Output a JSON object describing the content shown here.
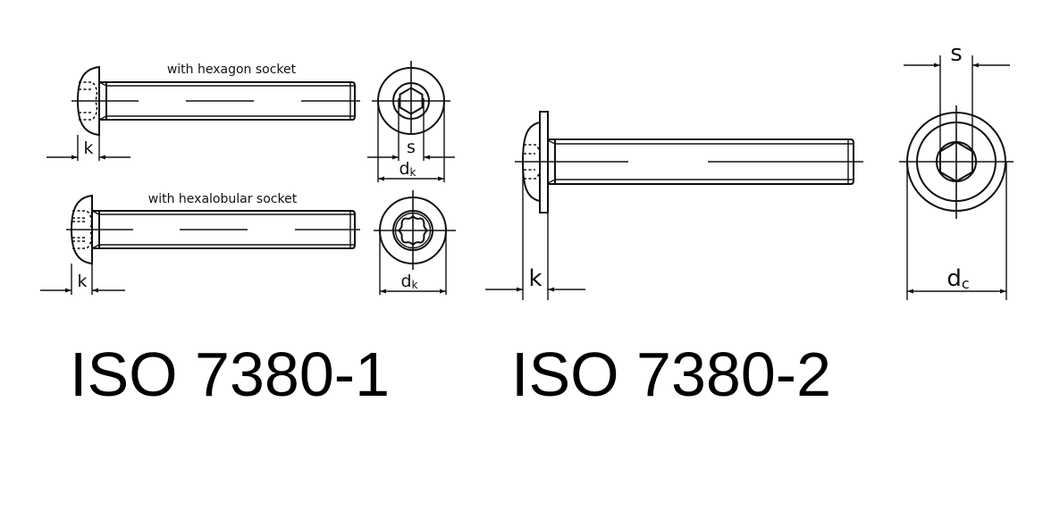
{
  "iso_7380_1": {
    "title": "ISO 7380-1",
    "variant_hexagon": {
      "caption": "with hexagon socket",
      "dim_head_height": "k",
      "dim_socket": "s",
      "dim_head_diameter": "d",
      "dim_head_diameter_sub": "k"
    },
    "variant_hexalobular": {
      "caption": "with hexalobular socket",
      "dim_head_height": "k",
      "dim_head_diameter": "d",
      "dim_head_diameter_sub": "k"
    }
  },
  "iso_7380_2": {
    "title": "ISO 7380-2",
    "dim_head_height": "k",
    "dim_socket": "s",
    "dim_collar_diameter": "d",
    "dim_collar_diameter_sub": "c"
  },
  "colors": {
    "line": "#111111",
    "background": "#ffffff"
  }
}
